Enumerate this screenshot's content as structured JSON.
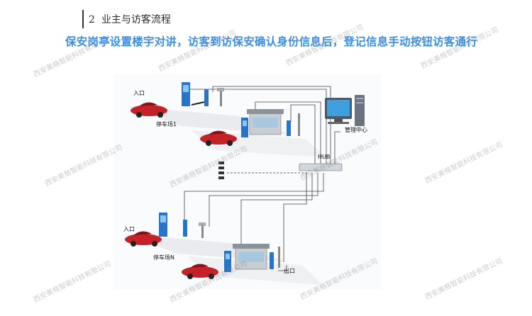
{
  "section": {
    "number": "2",
    "title": "业主与访客流程"
  },
  "intro_text": "保安岗亭设置楼宇对讲，访客到访保安确认身份信息后，登记信息手动按钮访客通行",
  "diagram": {
    "entrance_1": "入口",
    "entrance_2": "入口",
    "lot_1": "停车场1",
    "lot_n": "停车场N",
    "hub": "HUB",
    "management_center": "管理中心",
    "exit": "出口"
  },
  "watermark": "西安美格智能科技有限公司",
  "colors": {
    "intro_text": "#3a8ee8",
    "heading_text": "#2b2b2b"
  }
}
